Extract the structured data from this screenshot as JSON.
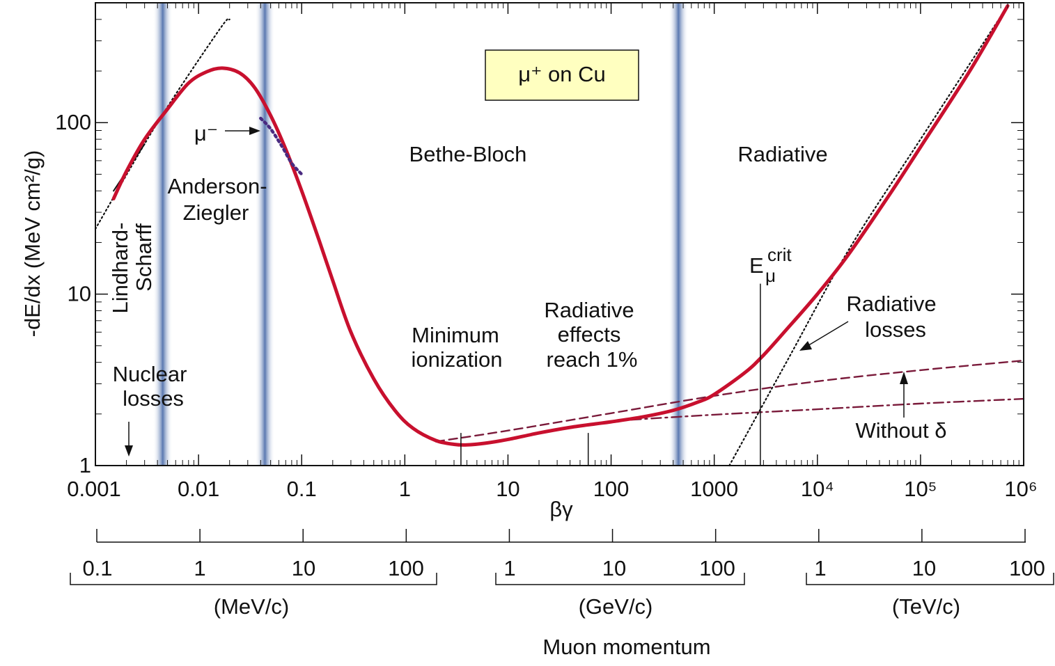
{
  "chart_data": {
    "type": "line",
    "title_box": "μ⁺ on Cu",
    "xlabel": "βγ",
    "ylabel": "-dE/dx (MeV cm²/g)",
    "x_scale": "log",
    "y_scale": "log",
    "xlim": [
      0.001,
      1000000
    ],
    "ylim": [
      1,
      500
    ],
    "x_ticks": [
      {
        "v": 0.001,
        "label": "0.001"
      },
      {
        "v": 0.01,
        "label": "0.01"
      },
      {
        "v": 0.1,
        "label": "0.1"
      },
      {
        "v": 1,
        "label": "1"
      },
      {
        "v": 10,
        "label": "10"
      },
      {
        "v": 100,
        "label": "100"
      },
      {
        "v": 1000,
        "label": "1000"
      },
      {
        "v": 10000,
        "label": "10⁴"
      },
      {
        "v": 100000,
        "label": "10⁵"
      },
      {
        "v": 1000000,
        "label": "10⁶"
      }
    ],
    "y_ticks": [
      {
        "v": 1,
        "label": "1"
      },
      {
        "v": 10,
        "label": "10"
      },
      {
        "v": 100,
        "label": "100"
      }
    ],
    "series": [
      {
        "role": "total",
        "color": "#c8102e",
        "style": "solid",
        "points": [
          [
            0.0015,
            36
          ],
          [
            0.002,
            52
          ],
          [
            0.003,
            80
          ],
          [
            0.005,
            120
          ],
          [
            0.008,
            170
          ],
          [
            0.012,
            198
          ],
          [
            0.017,
            208
          ],
          [
            0.025,
            195
          ],
          [
            0.035,
            160
          ],
          [
            0.05,
            110
          ],
          [
            0.07,
            70
          ],
          [
            0.1,
            40
          ],
          [
            0.15,
            20
          ],
          [
            0.2,
            12
          ],
          [
            0.3,
            6
          ],
          [
            0.5,
            3.2
          ],
          [
            0.8,
            2.1
          ],
          [
            1.2,
            1.65
          ],
          [
            2,
            1.4
          ],
          [
            3,
            1.33
          ],
          [
            4,
            1.32
          ],
          [
            6,
            1.35
          ],
          [
            10,
            1.42
          ],
          [
            20,
            1.55
          ],
          [
            40,
            1.67
          ],
          [
            70,
            1.75
          ],
          [
            100,
            1.8
          ],
          [
            200,
            1.92
          ],
          [
            400,
            2.1
          ],
          [
            700,
            2.35
          ],
          [
            1000,
            2.6
          ],
          [
            2000,
            3.5
          ],
          [
            3000,
            4.4
          ],
          [
            5000,
            6.2
          ],
          [
            10000,
            10
          ],
          [
            20000,
            17
          ],
          [
            50000,
            38
          ],
          [
            100000,
            72
          ],
          [
            300000,
            200
          ],
          [
            700000,
            480
          ]
        ]
      },
      {
        "role": "mu-minus",
        "color": "#4a2a80",
        "style": "dotted",
        "points": [
          [
            0.04,
            106
          ],
          [
            0.05,
            92
          ],
          [
            0.065,
            72
          ],
          [
            0.08,
            58
          ],
          [
            0.1,
            50
          ]
        ]
      },
      {
        "role": "with-delta",
        "color": "#7a1a3a",
        "style": "dashed",
        "points": [
          [
            2,
            1.38
          ],
          [
            10,
            1.6
          ],
          [
            100,
            2.02
          ],
          [
            1000,
            2.55
          ],
          [
            10000,
            3.1
          ],
          [
            100000,
            3.6
          ],
          [
            1000000,
            4.1
          ]
        ]
      },
      {
        "role": "without-delta",
        "color": "#7a1a3a",
        "style": "dashdot",
        "points": [
          [
            100,
            1.82
          ],
          [
            1000,
            1.98
          ],
          [
            10000,
            2.13
          ],
          [
            100000,
            2.3
          ],
          [
            1000000,
            2.45
          ]
        ]
      },
      {
        "role": "radiative-asymptote",
        "color": "#111111",
        "style": "dotted",
        "points": [
          [
            1400,
            1
          ],
          [
            5000,
            4
          ],
          [
            20000,
            18
          ],
          [
            100000,
            80
          ],
          [
            700000,
            480
          ]
        ]
      },
      {
        "role": "lindhard-asymptote",
        "color": "#111111",
        "style": "dotted",
        "points": [
          [
            0.001,
            24
          ],
          [
            0.004,
            100
          ],
          [
            0.016,
            350
          ],
          [
            0.02,
            400
          ]
        ]
      },
      {
        "role": "lindhard-solid",
        "color": "#111111",
        "style": "solid",
        "points": [
          [
            0.0015,
            40
          ],
          [
            0.003,
            75
          ]
        ]
      }
    ],
    "bands_beta_gamma": [
      0.0045,
      0.044,
      450
    ],
    "vlines": [
      {
        "x": 3.5,
        "from": 1,
        "to": 1.55
      },
      {
        "x": 60,
        "from": 1,
        "to": 1.55
      },
      {
        "x": 2800,
        "from": 1,
        "to": 11.5
      }
    ],
    "annotations": {
      "nuclear": [
        "Nuclear",
        "losses"
      ],
      "lindhard": [
        "Lindhard-",
        "Scharff"
      ],
      "anderson": [
        "Anderson-",
        "Ziegler"
      ],
      "mu_minus": "μ⁻",
      "bethe": "Bethe-Bloch",
      "radiative": "Radiative",
      "min_ion": [
        "Minimum",
        "ionization"
      ],
      "rad_eff": [
        "Radiative",
        "effects",
        "reach 1%"
      ],
      "ecrit_base": "E",
      "ecrit_sub": "μ",
      "ecrit_sup": "crit",
      "rad_losses": [
        "Radiative",
        "losses"
      ],
      "without_delta": "Without δ"
    },
    "momentum_axis": {
      "groups": [
        {
          "unit": "(MeV/c)",
          "labels": [
            "0.1",
            "1",
            "10",
            "100"
          ]
        },
        {
          "unit": "(GeV/c)",
          "labels": [
            "1",
            "10",
            "100"
          ]
        },
        {
          "unit": "(TeV/c)",
          "labels": [
            "1",
            "10",
            "100"
          ]
        }
      ],
      "title": "Muon momentum"
    }
  }
}
